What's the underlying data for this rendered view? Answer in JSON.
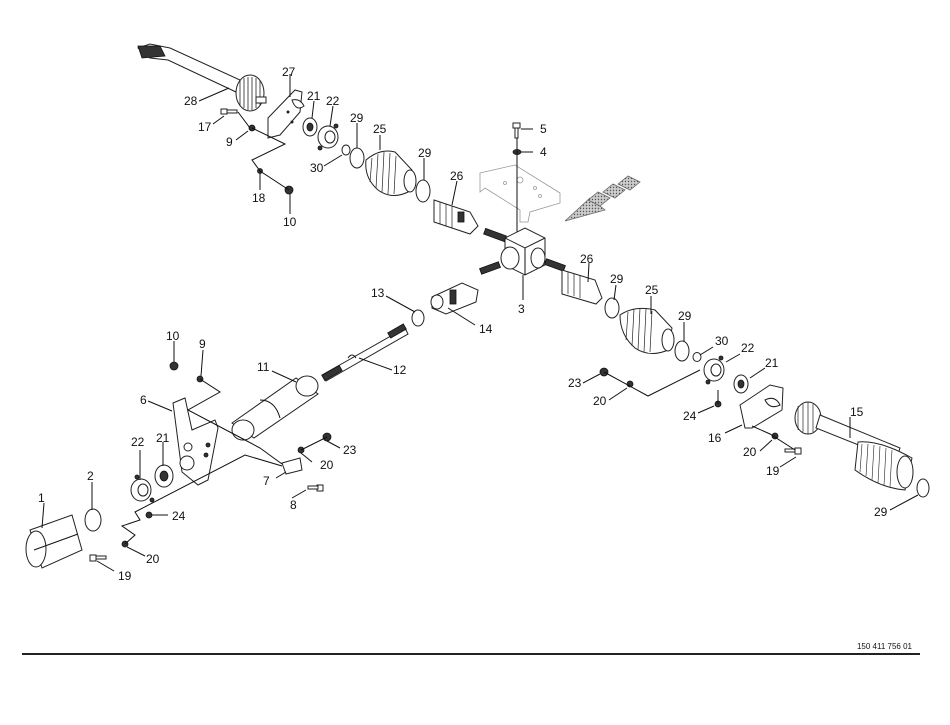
{
  "diagram": {
    "type": "exploded-parts-view",
    "drawing_number": "150 411 756 01",
    "callouts": [
      {
        "id": "c1",
        "label": "1"
      },
      {
        "id": "c2",
        "label": "2"
      },
      {
        "id": "c3",
        "label": "3"
      },
      {
        "id": "c4",
        "label": "4"
      },
      {
        "id": "c5",
        "label": "5"
      },
      {
        "id": "c6",
        "label": "6"
      },
      {
        "id": "c7",
        "label": "7"
      },
      {
        "id": "c8",
        "label": "8"
      },
      {
        "id": "c9a",
        "label": "9"
      },
      {
        "id": "c9b",
        "label": "9"
      },
      {
        "id": "c10a",
        "label": "10"
      },
      {
        "id": "c10b",
        "label": "10"
      },
      {
        "id": "c11",
        "label": "11"
      },
      {
        "id": "c12",
        "label": "12"
      },
      {
        "id": "c13",
        "label": "13"
      },
      {
        "id": "c14",
        "label": "14"
      },
      {
        "id": "c15",
        "label": "15"
      },
      {
        "id": "c16",
        "label": "16"
      },
      {
        "id": "c17",
        "label": "17"
      },
      {
        "id": "c18",
        "label": "18"
      },
      {
        "id": "c19a",
        "label": "19"
      },
      {
        "id": "c19b",
        "label": "19"
      },
      {
        "id": "c20a",
        "label": "20"
      },
      {
        "id": "c20b",
        "label": "20"
      },
      {
        "id": "c20c",
        "label": "20"
      },
      {
        "id": "c20d",
        "label": "20"
      },
      {
        "id": "c21a",
        "label": "21"
      },
      {
        "id": "c21b",
        "label": "21"
      },
      {
        "id": "c21c",
        "label": "21"
      },
      {
        "id": "c22a",
        "label": "22"
      },
      {
        "id": "c22b",
        "label": "22"
      },
      {
        "id": "c22c",
        "label": "22"
      },
      {
        "id": "c23a",
        "label": "23"
      },
      {
        "id": "c23b",
        "label": "23"
      },
      {
        "id": "c24a",
        "label": "24"
      },
      {
        "id": "c24b",
        "label": "24"
      },
      {
        "id": "c25a",
        "label": "25"
      },
      {
        "id": "c25b",
        "label": "25"
      },
      {
        "id": "c26a",
        "label": "26"
      },
      {
        "id": "c26b",
        "label": "26"
      },
      {
        "id": "c27",
        "label": "27"
      },
      {
        "id": "c28",
        "label": "28"
      },
      {
        "id": "c29a",
        "label": "29"
      },
      {
        "id": "c29b",
        "label": "29"
      },
      {
        "id": "c29c",
        "label": "29"
      },
      {
        "id": "c29d",
        "label": "29"
      },
      {
        "id": "c29e",
        "label": "29"
      },
      {
        "id": "c30a",
        "label": "30"
      },
      {
        "id": "c30b",
        "label": "30"
      }
    ]
  }
}
